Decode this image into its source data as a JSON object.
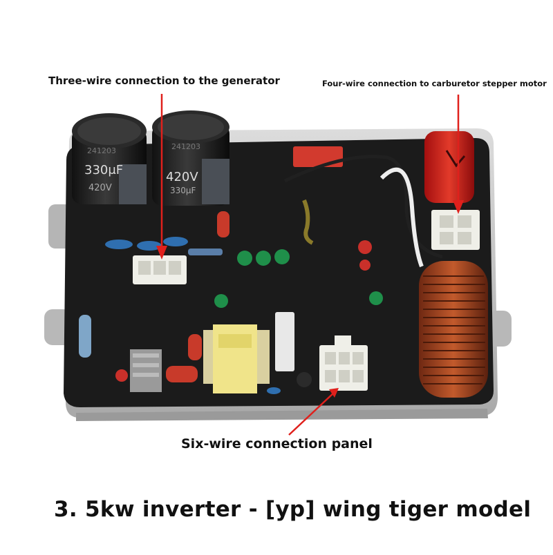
{
  "annotations": {
    "three_wire": "Three-wire connection to the generator",
    "four_wire": "Four-wire connection to carburetor stepper motor",
    "six_wire": "Six-wire connection panel"
  },
  "caption": "3.  5kw inverter - [yp] wing tiger model",
  "components": {
    "capacitor_left": {
      "lines": [
        "241203",
        "330μF",
        "420V"
      ]
    },
    "capacitor_right": {
      "lines": [
        "241203",
        "420V",
        "330μF"
      ]
    }
  },
  "colors": {
    "arrow": "#e0201c",
    "board": "#1b1b1b",
    "housing": "#c9c9c9",
    "copper": "#a8431f"
  }
}
